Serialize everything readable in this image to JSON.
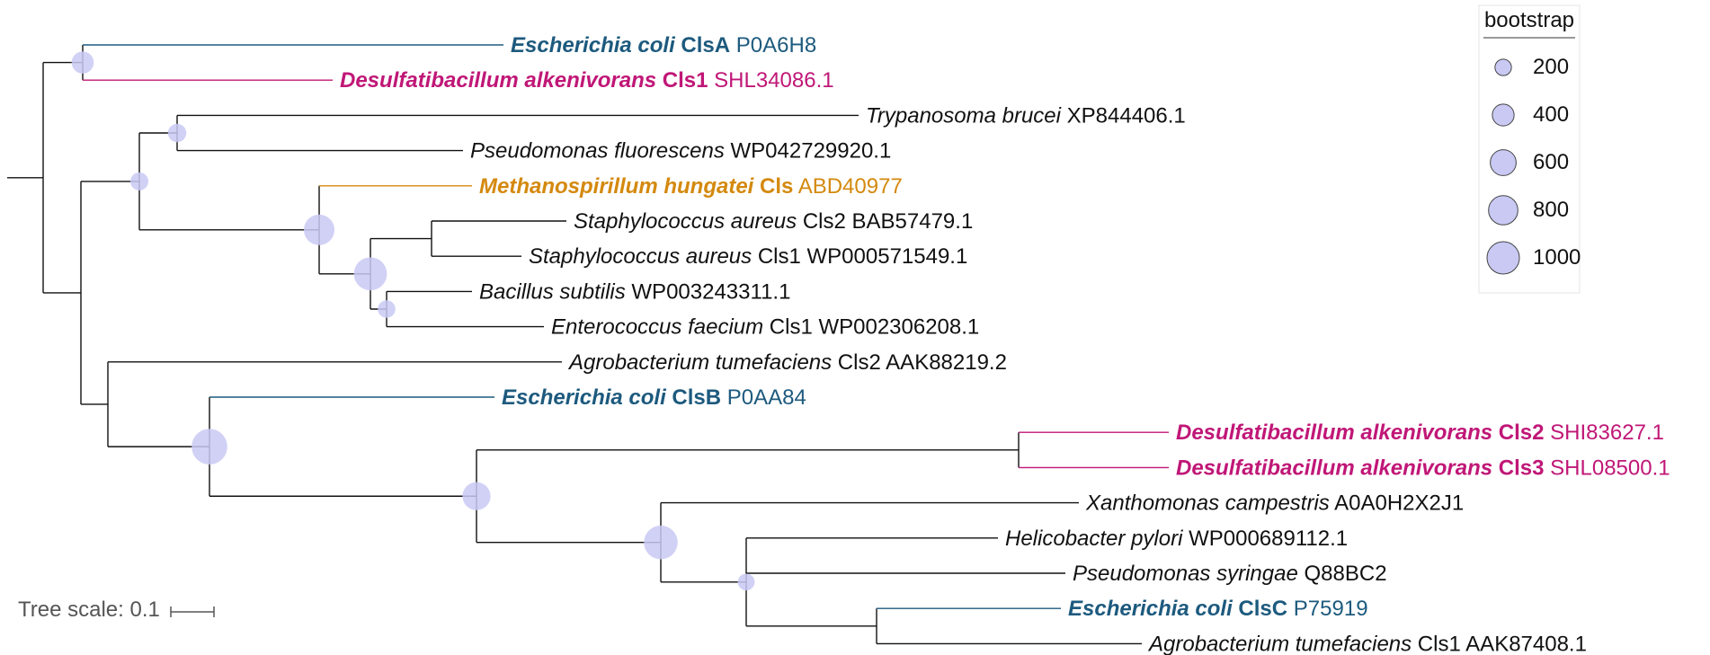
{
  "colors": {
    "default": "#111111",
    "blue": "#1d5a7e",
    "magenta": "#c01777",
    "orange": "#d4890e",
    "bubble_fill": "#c9c9f4",
    "bubble_stroke": "#9b9be0"
  },
  "leaves": [
    {
      "id": "ecoli_clsA",
      "species": "Escherichia coli",
      "gene": "ClsA",
      "accession": "P0A6H8",
      "color": "blue",
      "bold": true
    },
    {
      "id": "dalk_cls1",
      "species": "Desulfatibacillum alkenivorans",
      "gene": "Cls1",
      "accession": "SHL34086.1",
      "color": "magenta",
      "bold": true
    },
    {
      "id": "tbrucei",
      "species": "Trypanosoma brucei",
      "gene": "",
      "accession": "XP844406.1",
      "color": "default",
      "bold": false
    },
    {
      "id": "pfluor",
      "species": "Pseudomonas fluorescens",
      "gene": "",
      "accession": "WP042729920.1",
      "color": "default",
      "bold": false
    },
    {
      "id": "mhung",
      "species": "Methanospirillum hungatei",
      "gene": "Cls",
      "accession": "ABD40977",
      "color": "orange",
      "bold": true
    },
    {
      "id": "saur_cls2",
      "species": "Staphylococcus aureus",
      "gene": "Cls2",
      "accession": "BAB57479.1",
      "color": "default",
      "bold": false
    },
    {
      "id": "saur_cls1",
      "species": "Staphylococcus aureus",
      "gene": "Cls1",
      "accession": "WP000571549.1",
      "color": "default",
      "bold": false
    },
    {
      "id": "bsub",
      "species": "Bacillus subtilis",
      "gene": "",
      "accession": "WP003243311.1",
      "color": "default",
      "bold": false
    },
    {
      "id": "efaec",
      "species": "Enterococcus faecium",
      "gene": "Cls1",
      "accession": "WP002306208.1",
      "color": "default",
      "bold": false
    },
    {
      "id": "atum_cls2",
      "species": "Agrobacterium tumefaciens",
      "gene": "Cls2",
      "accession": "AAK88219.2",
      "color": "default",
      "bold": false
    },
    {
      "id": "ecoli_clsB",
      "species": "Escherichia coli",
      "gene": "ClsB",
      "accession": "P0AA84",
      "color": "blue",
      "bold": true
    },
    {
      "id": "dalk_cls2",
      "species": "Desulfatibacillum alkenivorans",
      "gene": "Cls2",
      "accession": "SHI83627.1",
      "color": "magenta",
      "bold": true
    },
    {
      "id": "dalk_cls3",
      "species": "Desulfatibacillum alkenivorans",
      "gene": "Cls3",
      "accession": "SHL08500.1",
      "color": "magenta",
      "bold": true
    },
    {
      "id": "xcamp",
      "species": "Xanthomonas campestris",
      "gene": "",
      "accession": "A0A0H2X2J1",
      "color": "default",
      "bold": false
    },
    {
      "id": "hpyl",
      "species": "Helicobacter pylori",
      "gene": "",
      "accession": "WP000689112.1",
      "color": "default",
      "bold": false
    },
    {
      "id": "psyr",
      "species": "Pseudomonas syringae",
      "gene": "",
      "accession": "Q88BC2",
      "color": "default",
      "bold": false
    },
    {
      "id": "ecoli_clsC",
      "species": "Escherichia coli",
      "gene": "ClsC",
      "accession": "P75919",
      "color": "blue",
      "bold": true
    },
    {
      "id": "atum_cls1",
      "species": "Agrobacterium tumefaciens",
      "gene": "Cls1",
      "accession": "AAK87408.1",
      "color": "default",
      "bold": false
    }
  ],
  "legend": {
    "title": "bootstrap",
    "entries": [
      {
        "label": "200",
        "value": 200
      },
      {
        "label": "400",
        "value": 400
      },
      {
        "label": "600",
        "value": 600
      },
      {
        "label": "800",
        "value": 800
      },
      {
        "label": "1000",
        "value": 1000
      }
    ]
  },
  "scale": {
    "label": "Tree scale: 0.1",
    "value": 0.1
  }
}
